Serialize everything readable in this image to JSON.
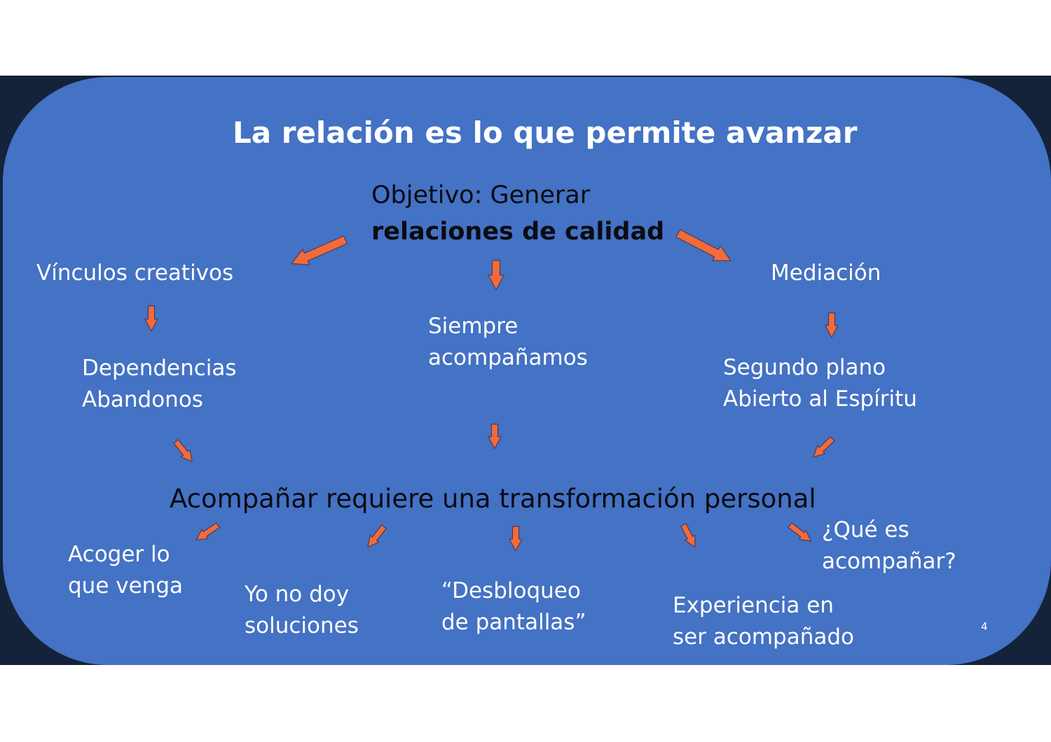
{
  "title": "La relación es lo que permite avanzar",
  "objective": {
    "line1": "Objetivo: Generar",
    "line2": "relaciones de calidad"
  },
  "branches": {
    "left": {
      "head": "Vínculos creativos",
      "sub": [
        "Dependencias",
        "Abandonos"
      ]
    },
    "center": {
      "head": [
        "Siempre",
        "acompañamos"
      ]
    },
    "right": {
      "head": "Mediación",
      "sub": [
        "Segundo plano",
        "Abierto al Espíritu"
      ]
    }
  },
  "central_statement": "Acompañar requiere una transformación personal",
  "outcomes": [
    {
      "lines": [
        "Acoger lo",
        "que venga"
      ]
    },
    {
      "lines": [
        "Yo no doy",
        "soluciones"
      ]
    },
    {
      "lines": [
        "“Desbloqueo",
        "de pantallas”"
      ]
    },
    {
      "lines": [
        "Experiencia en",
        "ser acompañado"
      ]
    },
    {
      "lines": [
        "¿Qué es",
        "acompañar?"
      ]
    }
  ],
  "page_number": "4",
  "colors": {
    "panel": "#4472c4",
    "arrow_fill": "#f26b3a",
    "background": "#14233a",
    "dark_text": "#0b0b12"
  }
}
